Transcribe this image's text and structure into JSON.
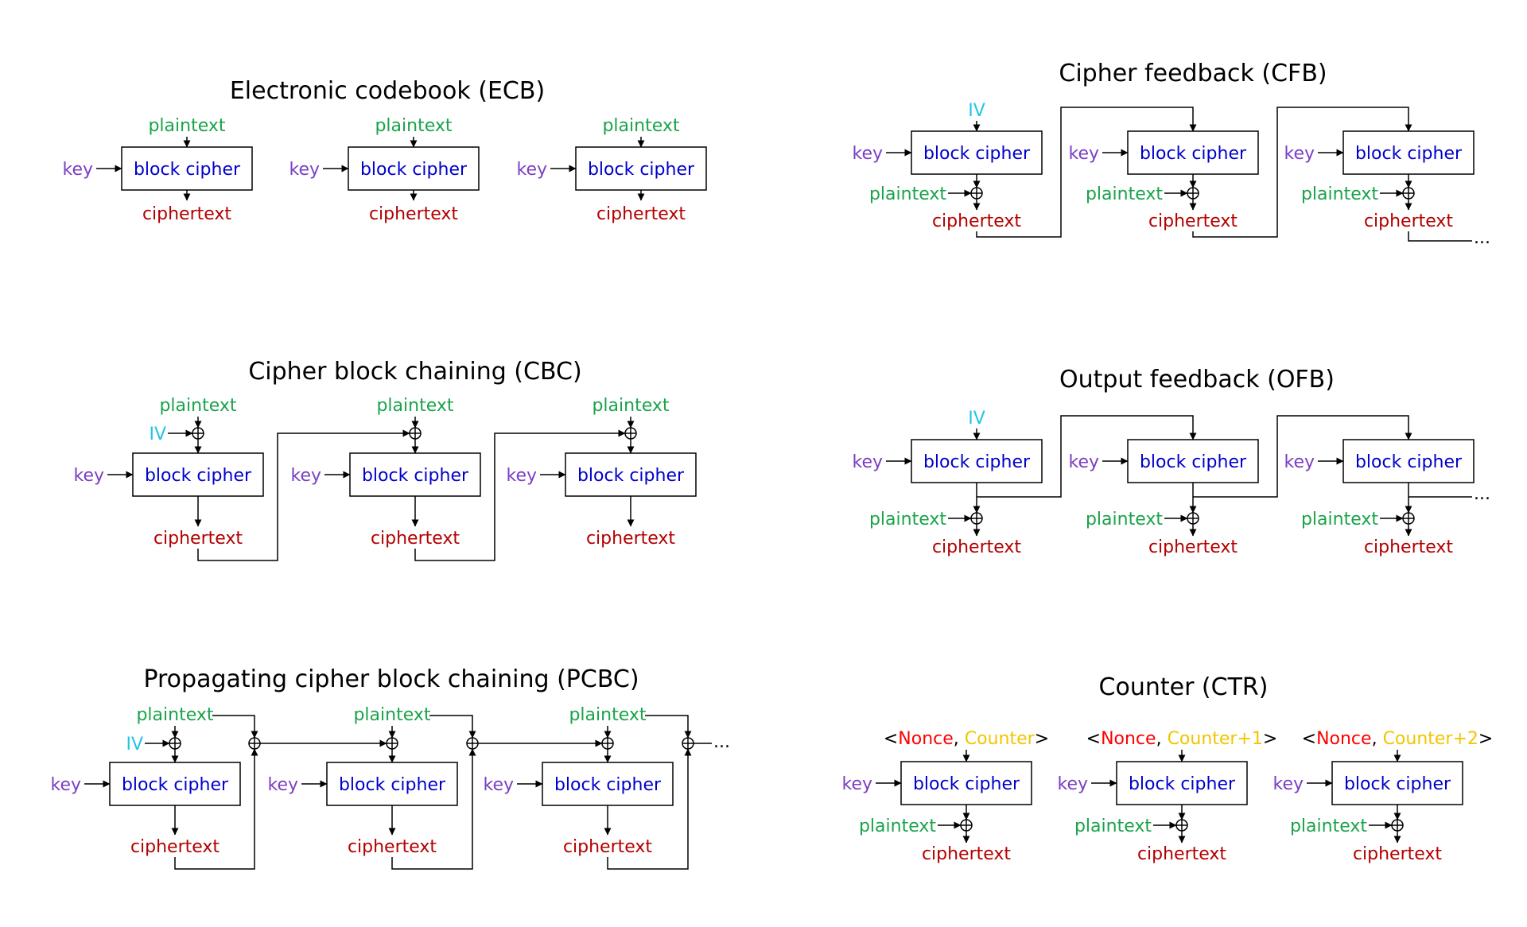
{
  "colors": {
    "key": "#7b3fc4",
    "plaintext": "#1aa34a",
    "ciphertext": "#b30000",
    "cipher": "#0000cc",
    "iv": "#22c4e6",
    "nonce": "#ff0000",
    "counter": "#f2c500",
    "line": "#000000"
  },
  "labels": {
    "key": "key",
    "block_cipher": "block cipher",
    "plaintext": "plaintext",
    "ciphertext": "ciphertext",
    "iv": "IV",
    "ellipsis": "...",
    "lt": "<",
    "comma": ", ",
    "gt": ">",
    "nonce": "Nonce"
  },
  "modes": {
    "ecb": {
      "title": "Electronic codebook (ECB)"
    },
    "cbc": {
      "title": "Cipher block chaining (CBC)"
    },
    "pcbc": {
      "title": "Propagating cipher block chaining (PCBC)"
    },
    "cfb": {
      "title": "Cipher feedback (CFB)"
    },
    "ofb": {
      "title": "Output feedback (OFB)"
    },
    "ctr": {
      "title": "Counter (CTR)",
      "counters": [
        "Counter",
        "Counter+1",
        "Counter+2"
      ]
    }
  }
}
